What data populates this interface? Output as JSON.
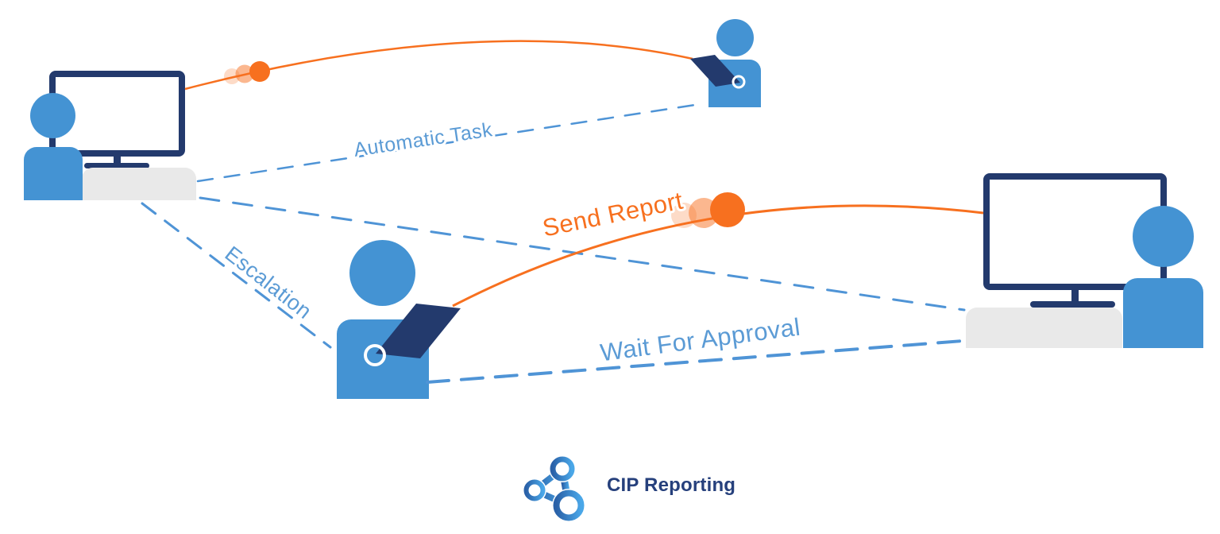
{
  "diagram": {
    "labels": {
      "automatic_task": "Automatic Task",
      "escalation": "Escalation",
      "send_report": "Send Report",
      "wait_for_approval": "Wait For Approval"
    },
    "logo": {
      "text": "CIP Reporting"
    },
    "colors": {
      "person_blue": "#4493d3",
      "navy": "#233a6d",
      "desk_gray": "#e9e9e9",
      "orange": "#f7701f",
      "label_blue": "#5b9bd5",
      "line_blue": "#4f94d6",
      "logo_navy": "#26407c",
      "logo_grad_start": "#2a61a8",
      "logo_grad_end": "#4aa7e8"
    }
  }
}
